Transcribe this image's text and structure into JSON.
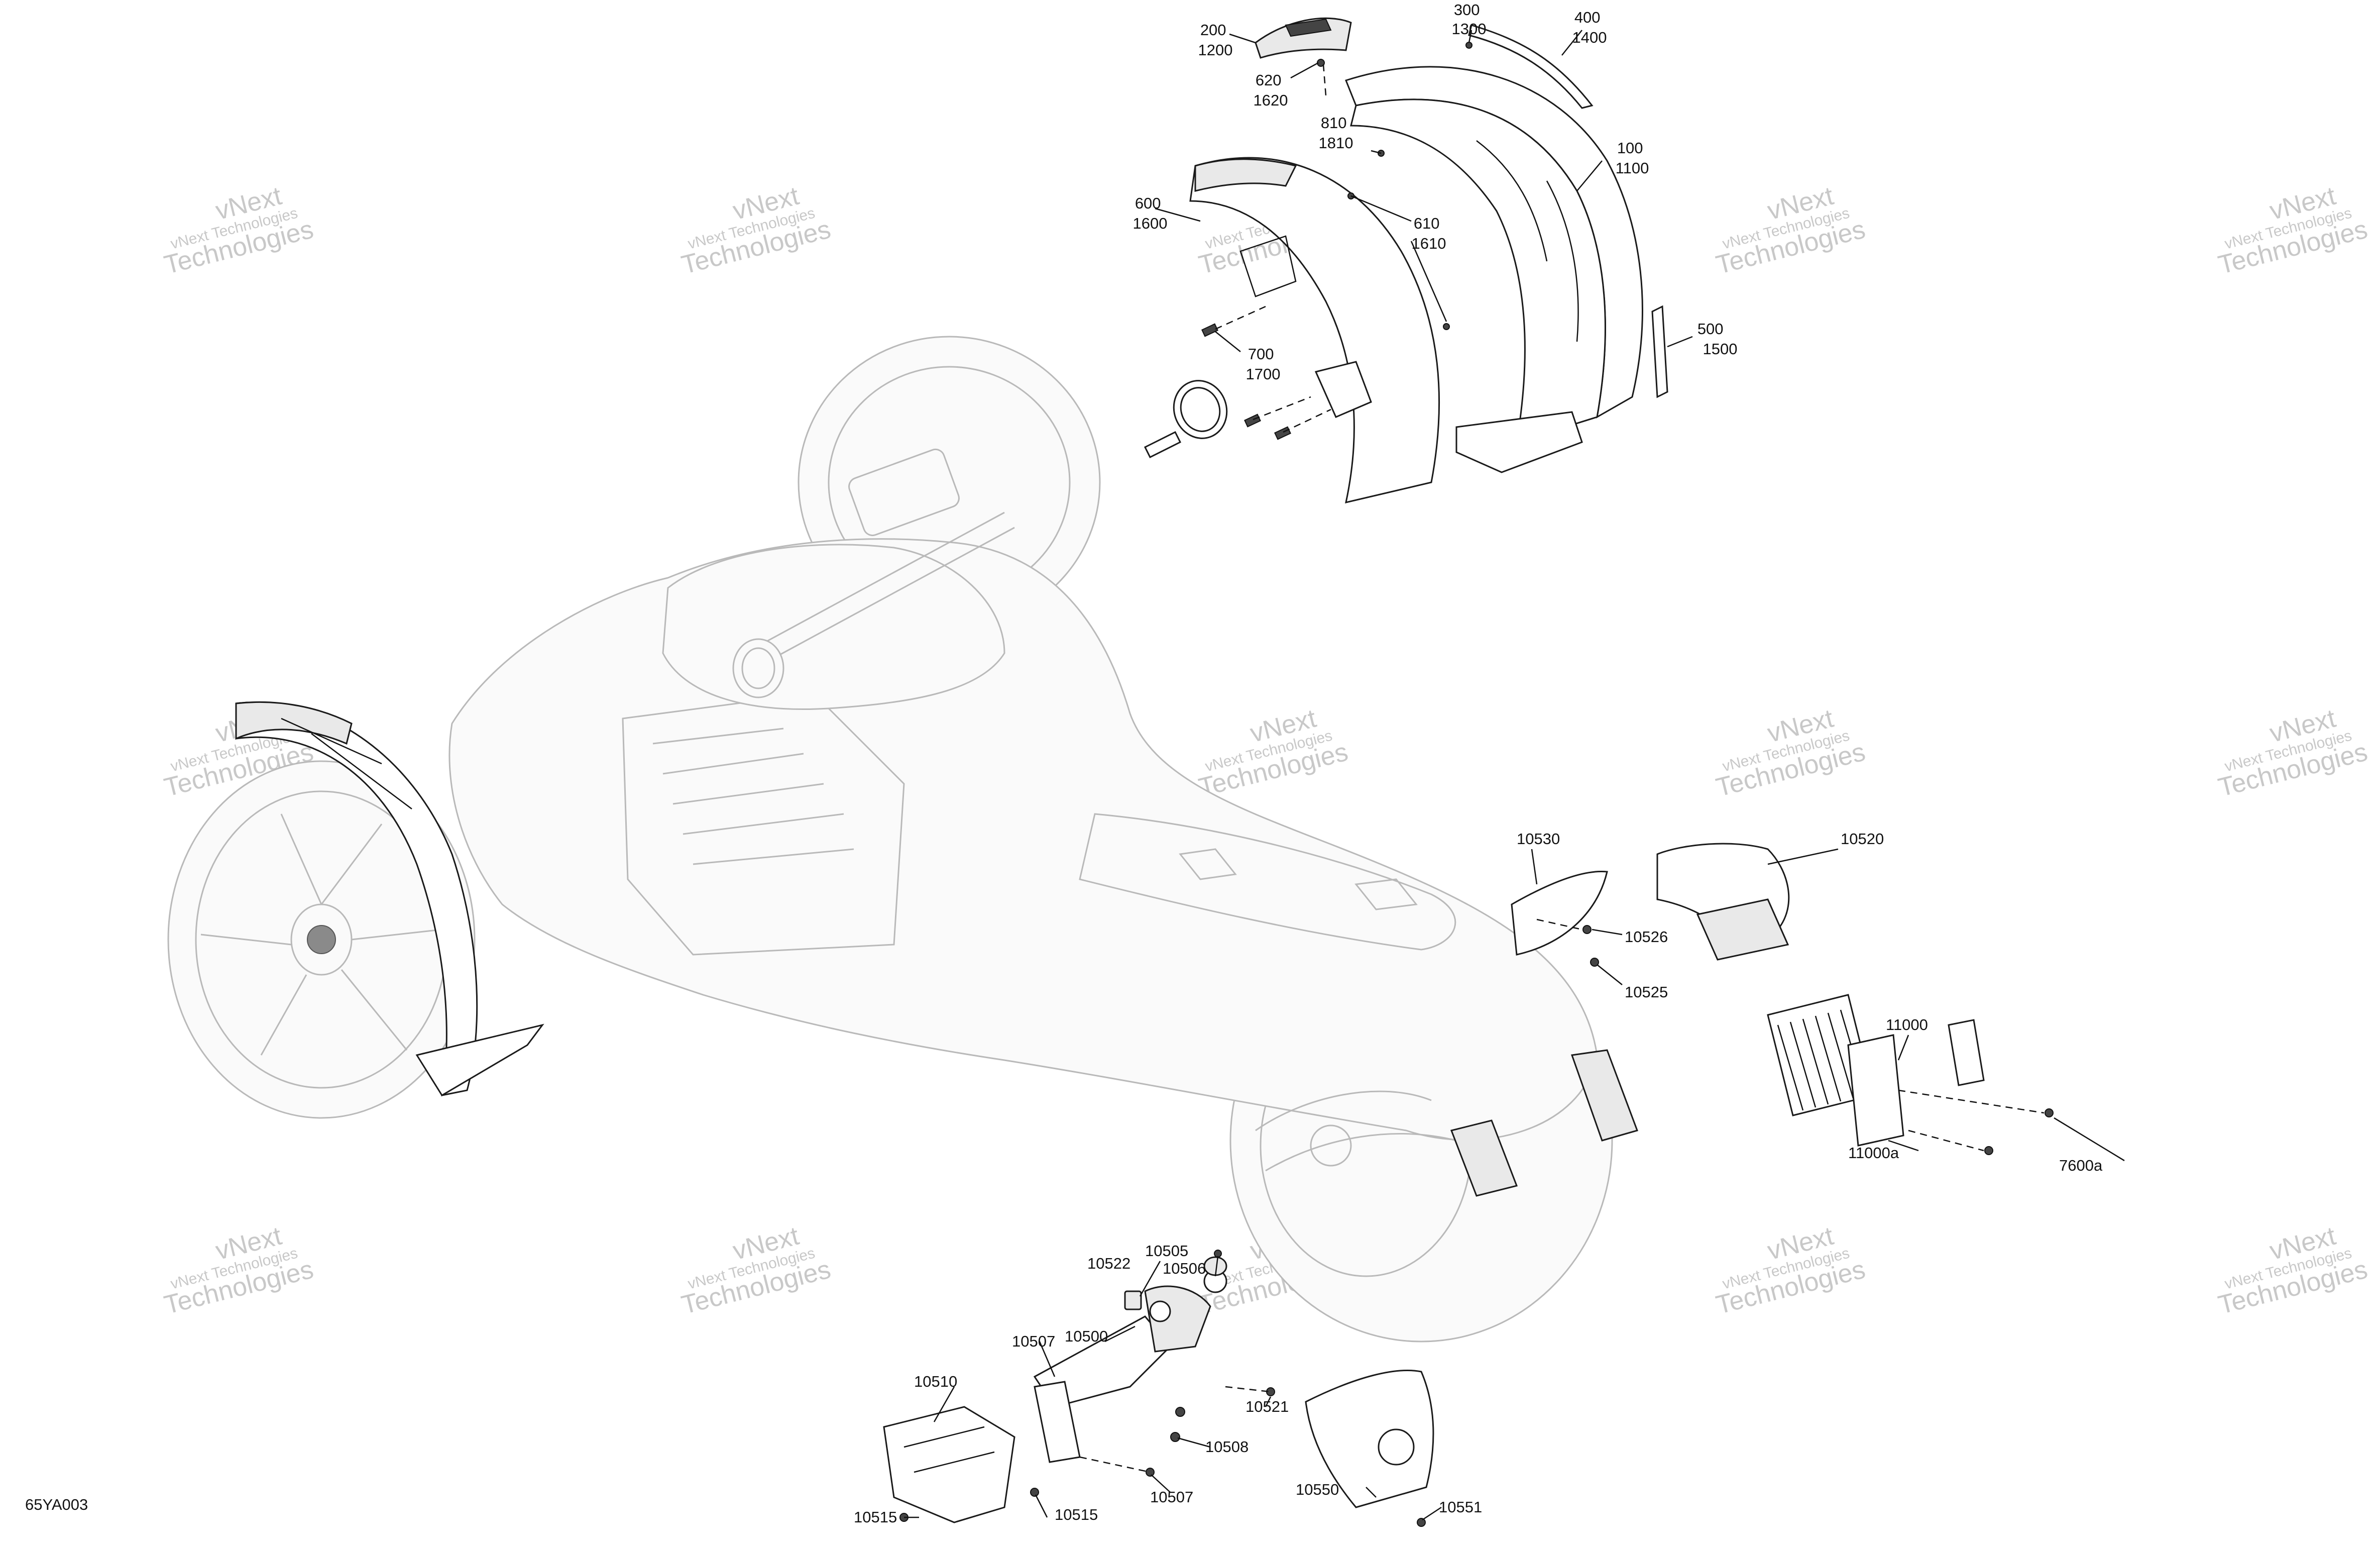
{
  "diagram": {
    "code": "65YA003",
    "watermark_lines": [
      "vNext Technologies",
      "vNext",
      "Technologies"
    ],
    "callouts": [
      {
        "id": "c200",
        "text": [
          "200",
          "1200"
        ]
      },
      {
        "id": "c620",
        "text": [
          "620",
          "1620"
        ]
      },
      {
        "id": "c300",
        "text": [
          "300",
          "1300"
        ]
      },
      {
        "id": "c400",
        "text": [
          "400",
          "1400"
        ]
      },
      {
        "id": "c810",
        "text": [
          "810",
          "1810"
        ]
      },
      {
        "id": "c100",
        "text": [
          "100",
          "1100"
        ]
      },
      {
        "id": "c600",
        "text": [
          "600",
          "1600"
        ]
      },
      {
        "id": "c610",
        "text": [
          "610",
          "1610"
        ]
      },
      {
        "id": "c500",
        "text": [
          "500",
          "1500"
        ]
      },
      {
        "id": "c700",
        "text": [
          "700",
          "1700"
        ]
      },
      {
        "id": "c10530",
        "text": [
          "10530"
        ]
      },
      {
        "id": "c10520",
        "text": [
          "10520"
        ]
      },
      {
        "id": "c10526",
        "text": [
          "10526"
        ]
      },
      {
        "id": "c10525",
        "text": [
          "10525"
        ]
      },
      {
        "id": "c11000",
        "text": [
          "11000"
        ]
      },
      {
        "id": "c7600a",
        "text": [
          "7600a"
        ]
      },
      {
        "id": "c11000a",
        "text": [
          "11000a"
        ]
      },
      {
        "id": "c10506",
        "text": [
          "10506"
        ]
      },
      {
        "id": "c10505",
        "text": [
          "10505"
        ]
      },
      {
        "id": "c10522",
        "text": [
          "10522"
        ]
      },
      {
        "id": "c10507a",
        "text": [
          "10507"
        ]
      },
      {
        "id": "c10500",
        "text": [
          "10500"
        ]
      },
      {
        "id": "c10510",
        "text": [
          "10510"
        ]
      },
      {
        "id": "c10521",
        "text": [
          "10521"
        ]
      },
      {
        "id": "c10508",
        "text": [
          "10508"
        ]
      },
      {
        "id": "c10507b",
        "text": [
          "10507"
        ]
      },
      {
        "id": "c10550",
        "text": [
          "10550"
        ]
      },
      {
        "id": "c10551",
        "text": [
          "10551"
        ]
      },
      {
        "id": "c10515a",
        "text": [
          "10515"
        ]
      },
      {
        "id": "c10515b",
        "text": [
          "10515"
        ]
      }
    ]
  }
}
